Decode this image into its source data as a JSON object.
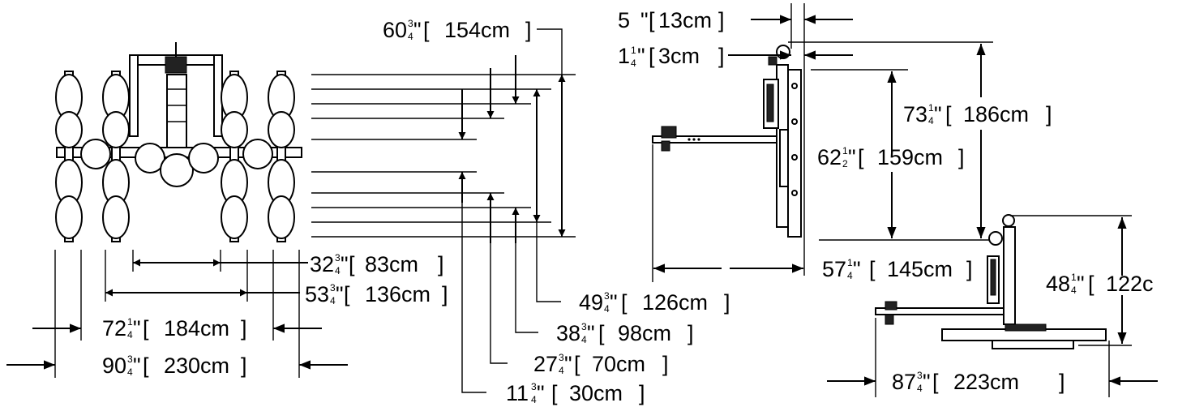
{
  "front_view": {
    "widths": {
      "d1": {
        "whole": "32",
        "num": "3",
        "den": "4",
        "metric": "83cm"
      },
      "d2": {
        "whole": "53",
        "num": "3",
        "den": "4",
        "metric": "136cm"
      },
      "d3": {
        "whole": "72",
        "num": "1",
        "den": "4",
        "metric": "184cm"
      },
      "d4": {
        "whole": "90",
        "num": "3",
        "den": "4",
        "metric": "230cm"
      }
    },
    "heights": {
      "h1": {
        "whole": "60",
        "num": "3",
        "den": "4",
        "metric": "154cm"
      },
      "h2": {
        "whole": "49",
        "num": "3",
        "den": "4",
        "metric": "126cm"
      },
      "h3": {
        "whole": "38",
        "num": "3",
        "den": "4",
        "metric": "98cm"
      },
      "h4": {
        "whole": "27",
        "num": "3",
        "den": "4",
        "metric": "70cm"
      },
      "h5": {
        "whole": "11",
        "num": "3",
        "den": "4",
        "metric": "30cm"
      }
    }
  },
  "side_view": {
    "top_offset": {
      "whole": "5",
      "metric": "13cm"
    },
    "hook_offset": {
      "whole": "1",
      "num": "1",
      "den": "4",
      "metric": "3cm"
    },
    "overall_height": {
      "whole": "73",
      "num": "1",
      "den": "4",
      "metric": "186cm"
    },
    "pad_height": {
      "whole": "62",
      "num": "1",
      "den": "2",
      "metric": "159cm"
    },
    "reach": {
      "whole": "57",
      "num": "1",
      "den": "4",
      "metric": "145cm"
    }
  },
  "flat_view": {
    "height": {
      "whole": "48",
      "num": "1",
      "den": "4",
      "metric": "122c"
    },
    "length": {
      "whole": "87",
      "num": "3",
      "den": "4",
      "metric": "223cm"
    }
  }
}
